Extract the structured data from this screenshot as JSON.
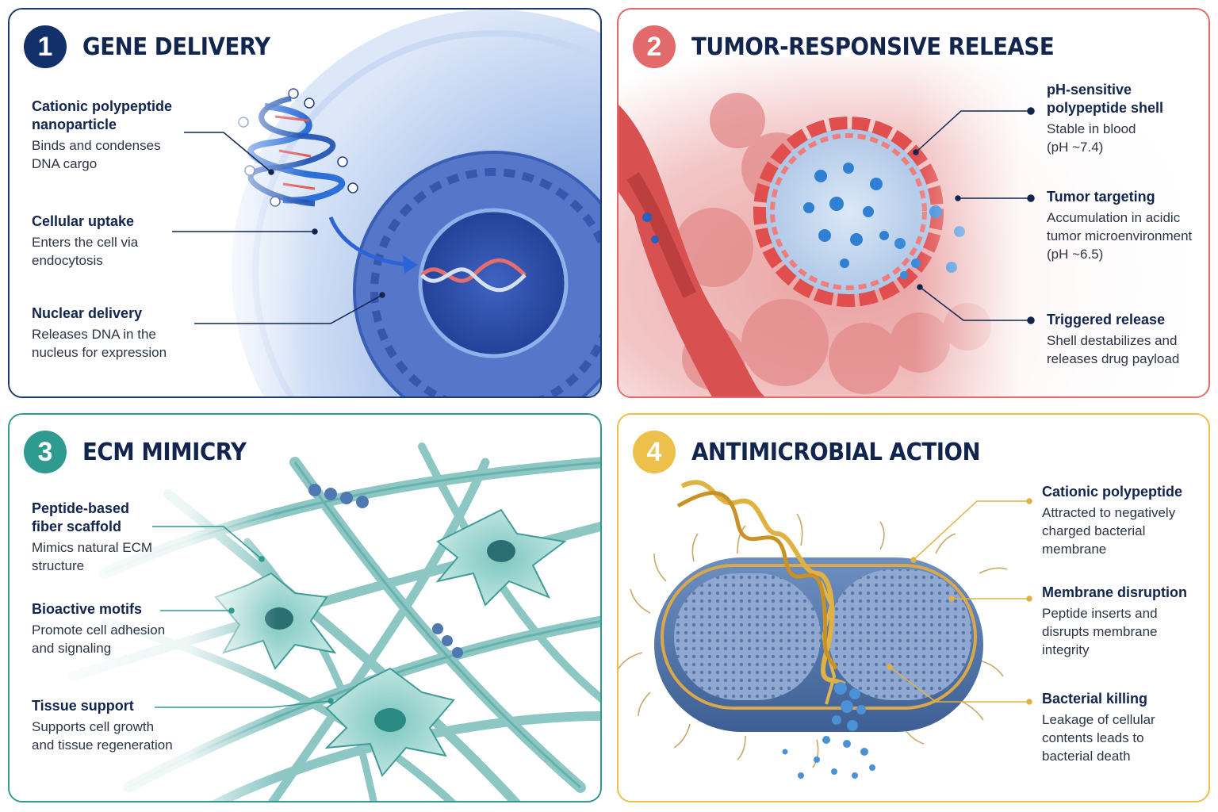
{
  "panels": [
    {
      "number": "1",
      "title": "GENE DELIVERY",
      "accent": "#1d3a6e",
      "labels": [
        {
          "title_lines": [
            "Cationic polypeptide",
            "nanoparticle"
          ],
          "desc_lines": [
            "Binds and condenses",
            "DNA cargo"
          ]
        },
        {
          "title_lines": [
            "Cellular uptake"
          ],
          "desc_lines": [
            "Enters the cell via",
            "endocytosis"
          ]
        },
        {
          "title_lines": [
            "Nuclear delivery"
          ],
          "desc_lines": [
            "Releases DNA in the",
            "nucleus for expression"
          ]
        }
      ]
    },
    {
      "number": "2",
      "title": "TUMOR-RESPONSIVE RELEASE",
      "accent": "#e26a6a",
      "labels": [
        {
          "title_lines": [
            "pH-sensitive",
            "polypeptide shell"
          ],
          "desc_lines": [
            "Stable in blood",
            "(pH ~7.4)"
          ]
        },
        {
          "title_lines": [
            "Tumor targeting"
          ],
          "desc_lines": [
            "Accumulation in acidic",
            "tumor microenvironment",
            "(pH ~6.5)"
          ]
        },
        {
          "title_lines": [
            "Triggered release"
          ],
          "desc_lines": [
            "Shell destabilizes and",
            "releases drug payload"
          ]
        }
      ]
    },
    {
      "number": "3",
      "title": "ECM MIMICRY",
      "accent": "#2f9a8f",
      "labels": [
        {
          "title_lines": [
            "Peptide-based",
            "fiber scaffold"
          ],
          "desc_lines": [
            "Mimics natural ECM",
            "structure"
          ]
        },
        {
          "title_lines": [
            "Bioactive motifs"
          ],
          "desc_lines": [
            "Promote cell adhesion",
            "and signaling"
          ]
        },
        {
          "title_lines": [
            "Tissue support"
          ],
          "desc_lines": [
            "Supports cell growth",
            "and tissue regeneration"
          ]
        }
      ]
    },
    {
      "number": "4",
      "title": "ANTIMICROBIAL ACTION",
      "accent": "#ecc04a",
      "labels": [
        {
          "title_lines": [
            "Cationic polypeptide"
          ],
          "desc_lines": [
            "Attracted to negatively",
            "charged bacterial",
            "membrane"
          ]
        },
        {
          "title_lines": [
            "Membrane disruption"
          ],
          "desc_lines": [
            "Peptide inserts and",
            "disrupts membrane",
            "integrity"
          ]
        },
        {
          "title_lines": [
            "Bacterial killing"
          ],
          "desc_lines": [
            "Leakage of cellular",
            "contents leads to",
            "bacterial death"
          ]
        }
      ]
    }
  ]
}
